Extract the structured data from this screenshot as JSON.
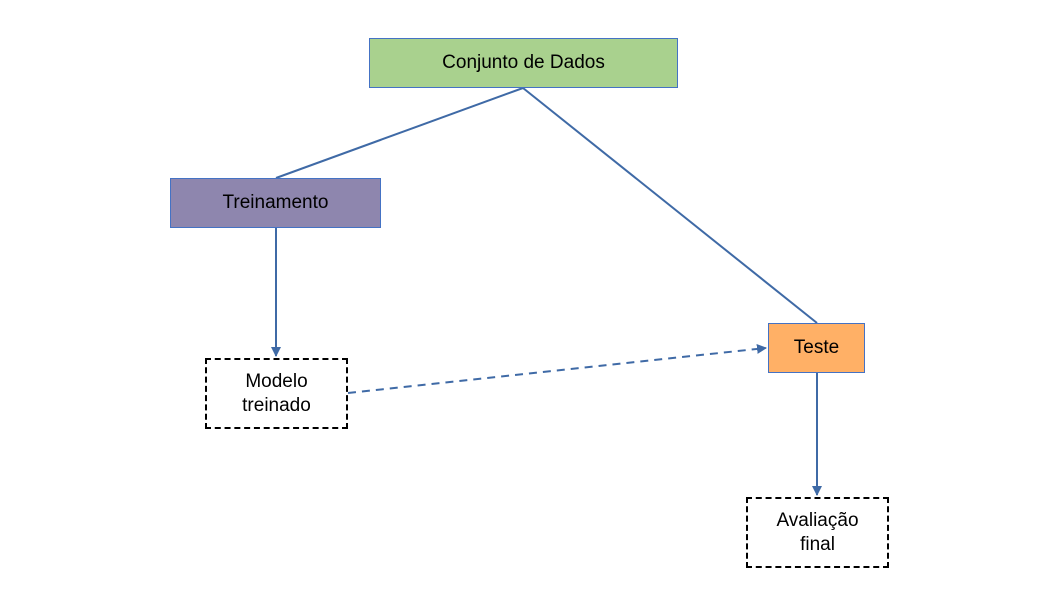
{
  "diagram": {
    "nodes": {
      "dataset": {
        "label": "Conjunto de Dados",
        "color": "#a9d18e"
      },
      "training": {
        "label": "Treinamento",
        "color": "#8e86ae"
      },
      "test": {
        "label": "Teste",
        "color": "#ffb066"
      },
      "model": {
        "label": "Modelo\ntreinado"
      },
      "evaluation": {
        "label": "Avaliação\nfinal"
      }
    },
    "edges": [
      {
        "from": "dataset",
        "to": "training",
        "style": "solid",
        "arrow": false
      },
      {
        "from": "dataset",
        "to": "test",
        "style": "solid",
        "arrow": false
      },
      {
        "from": "training",
        "to": "model",
        "style": "solid",
        "arrow": true
      },
      {
        "from": "model",
        "to": "test",
        "style": "dashed",
        "arrow": true
      },
      {
        "from": "test",
        "to": "evaluation",
        "style": "solid",
        "arrow": true
      }
    ],
    "edge_color": "#3f6aa6"
  }
}
